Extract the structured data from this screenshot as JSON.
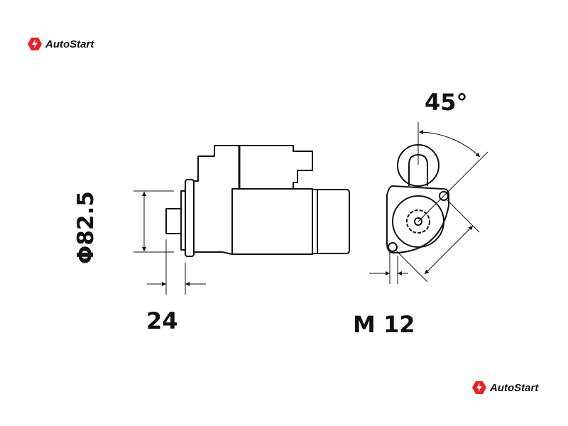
{
  "brand": {
    "name": "AutoStart",
    "color": "#e8202a"
  },
  "dimensions": {
    "diameter": "Φ82.5",
    "flange_offset": "24",
    "bolt_thread": "M 12",
    "mount_angle": "45°"
  }
}
